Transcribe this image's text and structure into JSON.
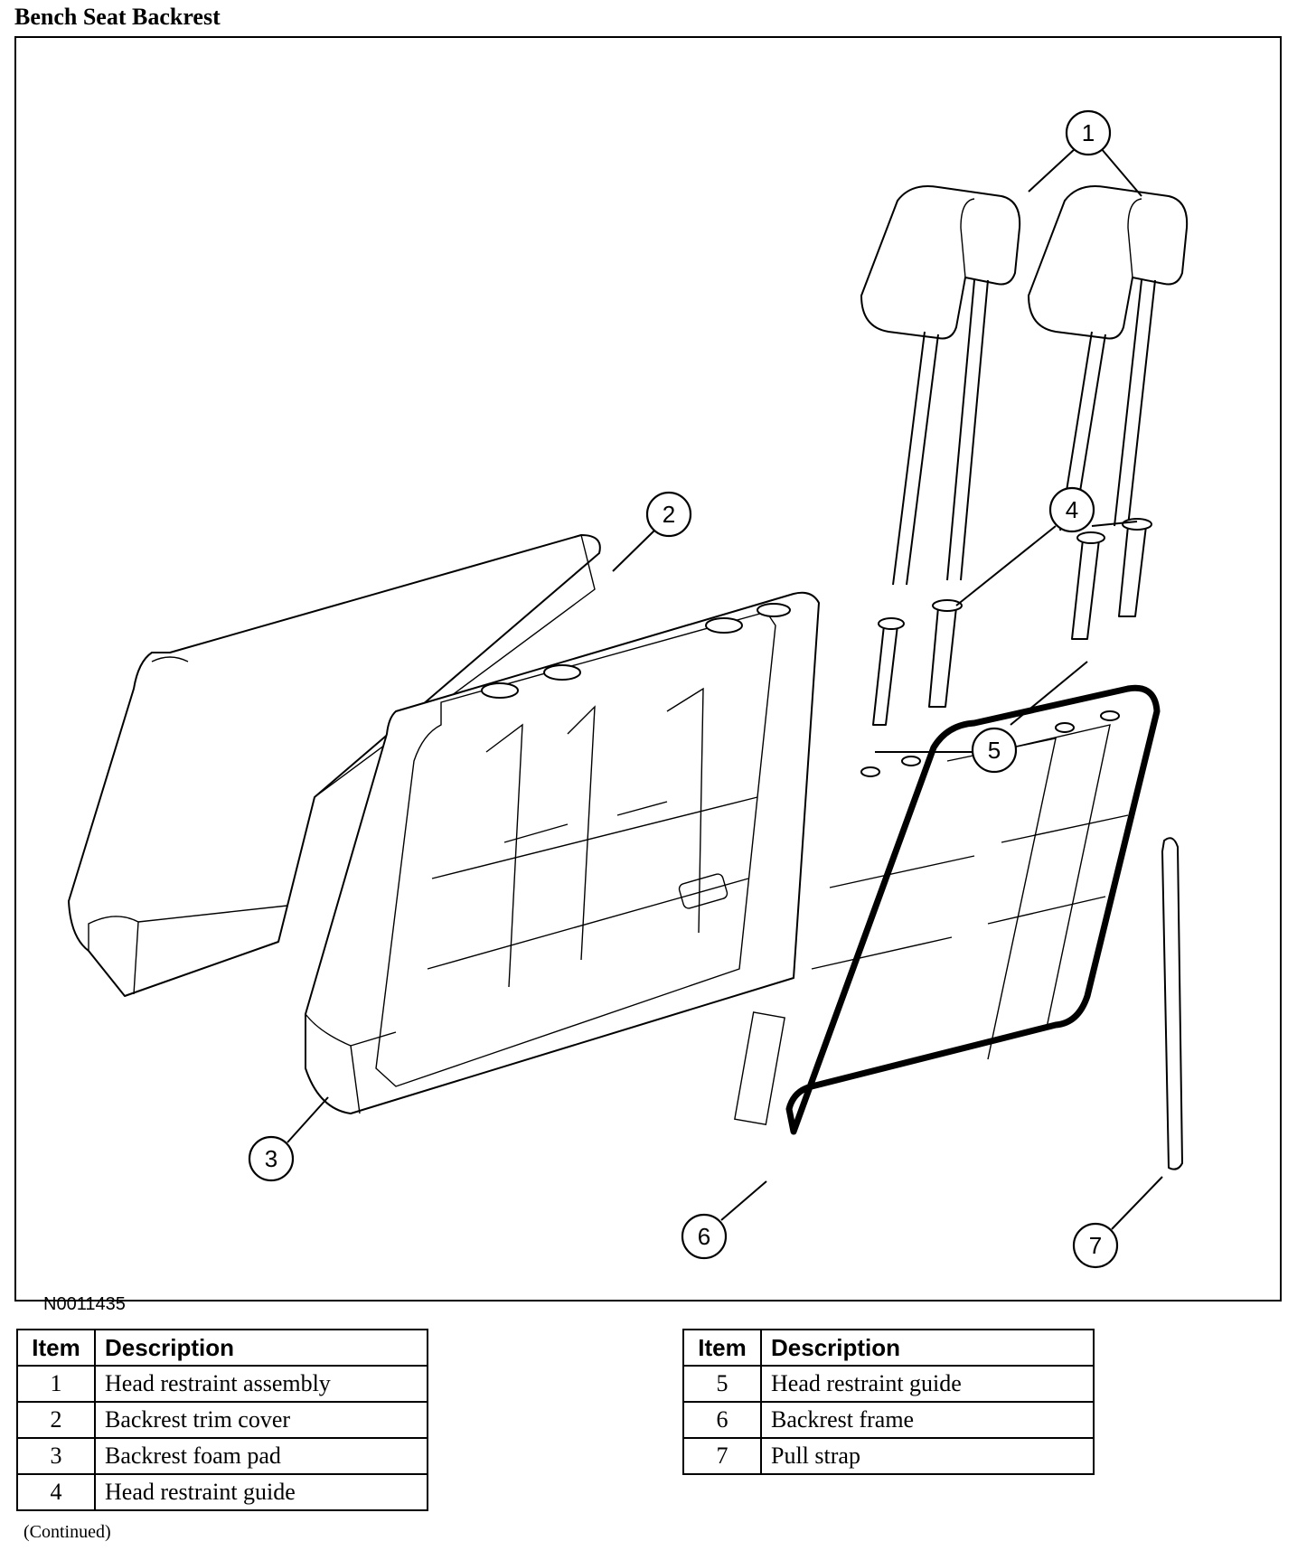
{
  "title": "Bench Seat Backrest",
  "figure_id": "N0011435",
  "callouts": [
    "1",
    "2",
    "3",
    "4",
    "5",
    "6",
    "7"
  ],
  "table_left": {
    "header_item": "Item",
    "header_description": "Description",
    "rows": [
      {
        "item": "1",
        "description": "Head restraint assembly"
      },
      {
        "item": "2",
        "description": "Backrest trim cover"
      },
      {
        "item": "3",
        "description": "Backrest foam pad"
      },
      {
        "item": "4",
        "description": "Head restraint guide"
      }
    ]
  },
  "table_right": {
    "header_item": "Item",
    "header_description": "Description",
    "rows": [
      {
        "item": "5",
        "description": "Head restraint guide"
      },
      {
        "item": "6",
        "description": "Backrest frame"
      },
      {
        "item": "7",
        "description": "Pull strap"
      }
    ]
  },
  "continued_note": "(Continued)"
}
